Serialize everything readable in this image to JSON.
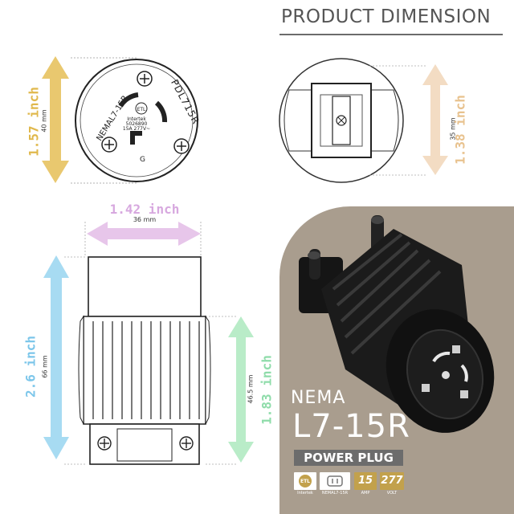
{
  "header": {
    "title": "PRODUCT DIMENSION"
  },
  "front_view": {
    "height_label": "1.57 inch",
    "height_mm": "40 mm",
    "face_text_left": "NEMAL7-15R",
    "face_text_right": "PDL715R",
    "face_text_bottom": "G",
    "face_text_lines": [
      "Intertek",
      "5026890",
      "15A 277V~"
    ]
  },
  "back_view": {
    "height_label": "1.38 inch",
    "height_mm": "35 mm"
  },
  "side_view": {
    "width_label": "1.42 inch",
    "width_mm": "36 mm",
    "total_height_label": "2.6 inch",
    "total_height_mm": "66 mm",
    "body_height_label": "1.83 inch",
    "body_height_mm": "46.5 mm"
  },
  "product": {
    "brand_line": "NEMA",
    "model": "L7-15R",
    "type_label": "POWER PLUG",
    "model_badge": "NEMAL7-15R",
    "cert_badge": "Intertek",
    "specs": [
      {
        "value": "15",
        "unit": "AMP"
      },
      {
        "value": "277",
        "unit": "VOLT"
      }
    ]
  },
  "colors": {
    "gold": "#e9c86f",
    "peach": "#f3dcc3",
    "lavender": "#e7c6ea",
    "sky": "#a7dbf2",
    "mint": "#b9ecc8",
    "panel": "#a99d8e"
  }
}
